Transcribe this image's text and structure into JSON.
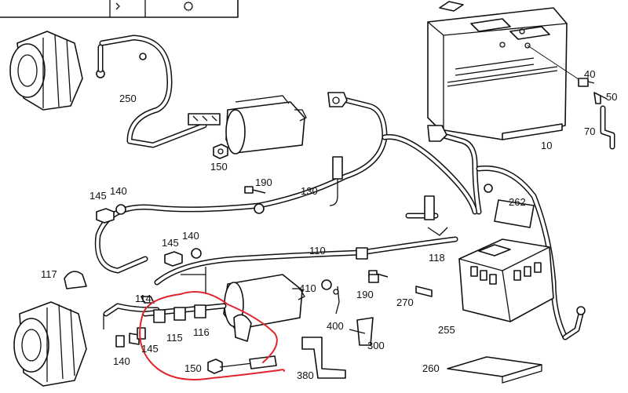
{
  "labels": {
    "l10": "10",
    "l40": "40",
    "l50": "50",
    "l70": "70",
    "l110": "110",
    "l114": "114",
    "l115": "115",
    "l116": "116",
    "l117": "117",
    "l118": "118",
    "l130": "130",
    "l140a": "140",
    "l140b": "140",
    "l140c": "140",
    "l145a": "145",
    "l145b": "145",
    "l145c": "145",
    "l150a": "150",
    "l150b": "150",
    "l190a": "190",
    "l190b": "190",
    "l250": "250",
    "l255": "255",
    "l260": "260",
    "l262": "262",
    "l270": "270",
    "l300": "300",
    "l380": "380",
    "l400": "400",
    "l410": "410"
  },
  "colors": {
    "line": "#111111",
    "highlight": "#e0262c",
    "background": "#ffffff"
  },
  "icons": [
    "battery-icon",
    "alternator-icon",
    "starter-motor-icon",
    "fuse-box-icon",
    "ground-strap-icon",
    "bolt-icon",
    "nut-icon"
  ]
}
